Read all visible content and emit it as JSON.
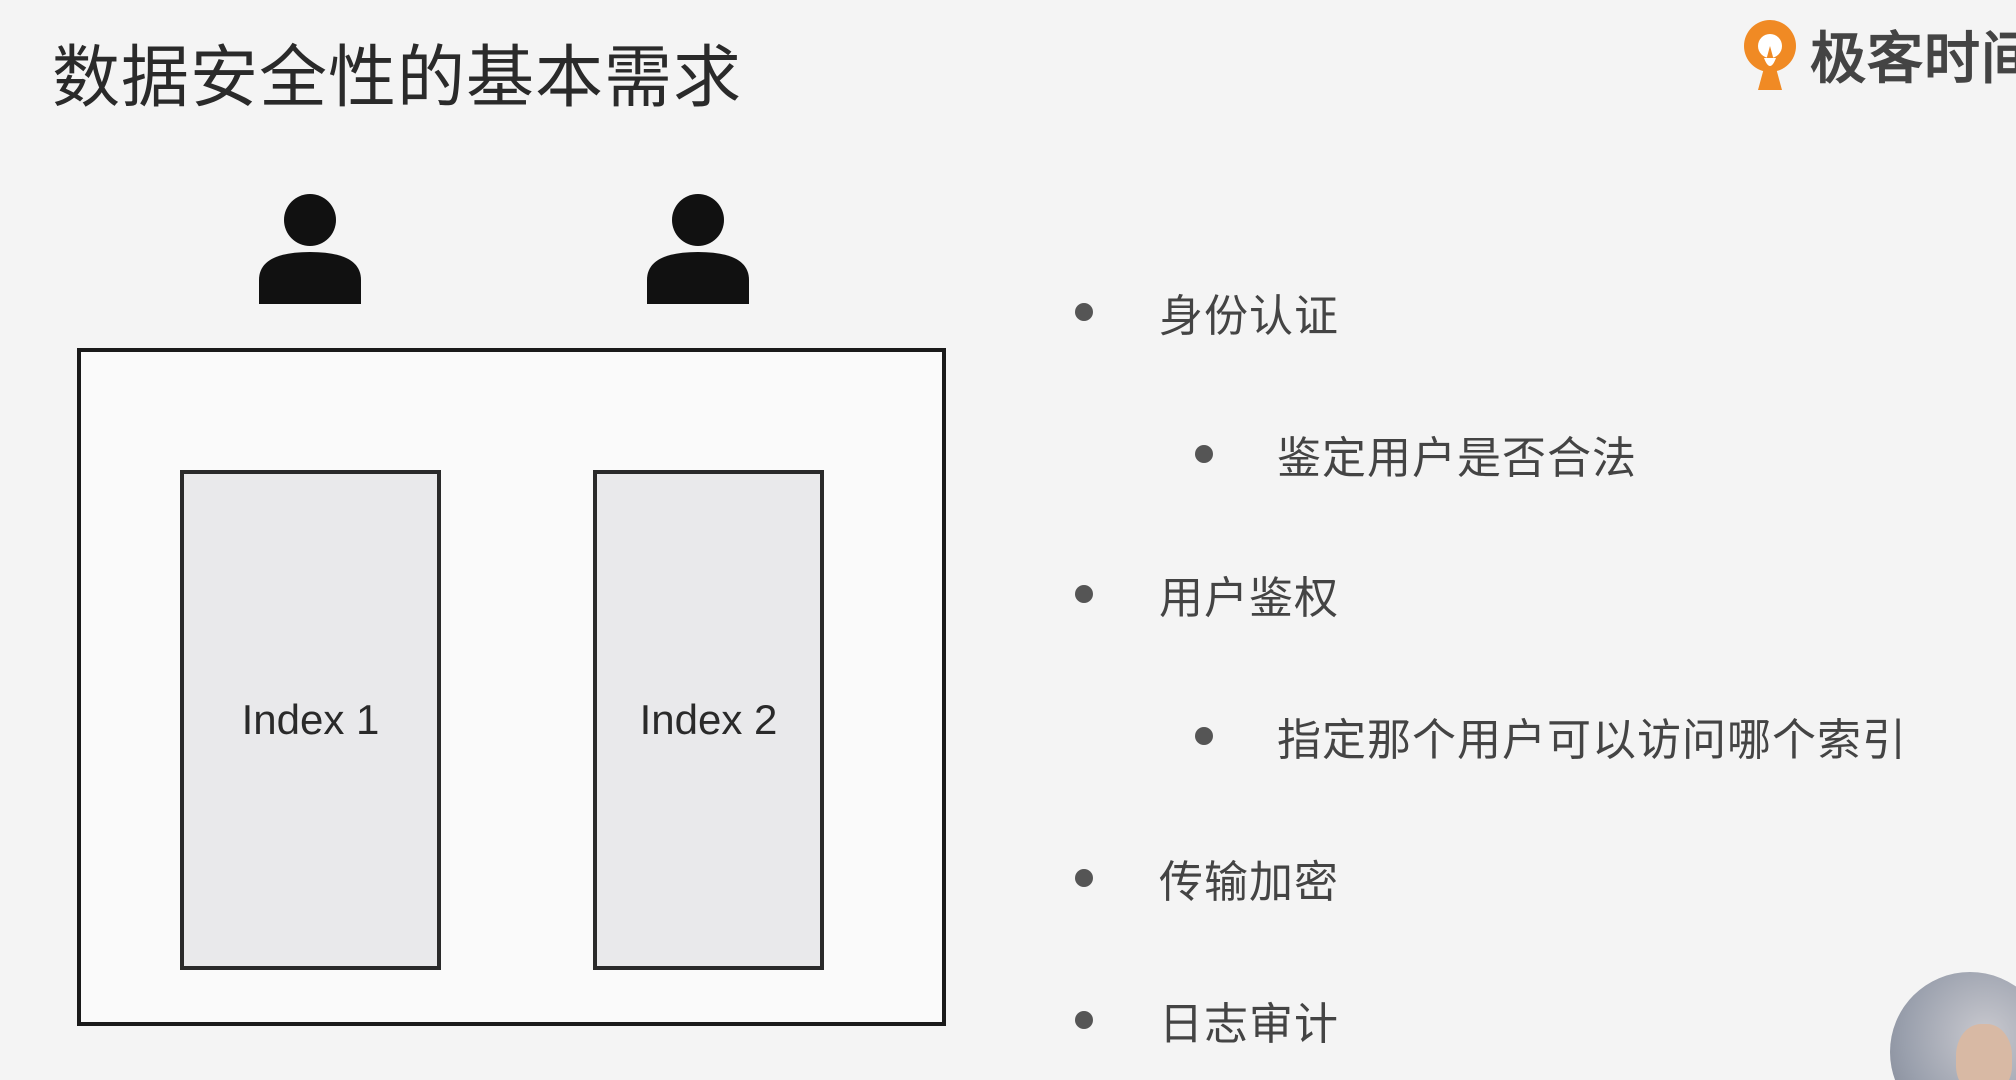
{
  "slide": {
    "title": "数据安全性的基本需求",
    "brand": {
      "name": "极客时间",
      "icon": "geektime-logo-icon",
      "accent_color": "#f08a24"
    }
  },
  "diagram": {
    "users": [
      {
        "icon": "user-icon"
      },
      {
        "icon": "user-icon"
      }
    ],
    "indices": [
      {
        "label": "Index 1"
      },
      {
        "label": "Index 2"
      }
    ]
  },
  "bullets": [
    {
      "level": 1,
      "text": "身份认证"
    },
    {
      "level": 2,
      "text": "鉴定用户是否合法"
    },
    {
      "level": 1,
      "text": "用户鉴权"
    },
    {
      "level": 2,
      "text": "指定那个用户可以访问哪个索引"
    },
    {
      "level": 1,
      "text": "传输加密"
    },
    {
      "level": 1,
      "text": "日志审计"
    }
  ],
  "presenter": {
    "icon": "presenter-webcam-icon"
  }
}
